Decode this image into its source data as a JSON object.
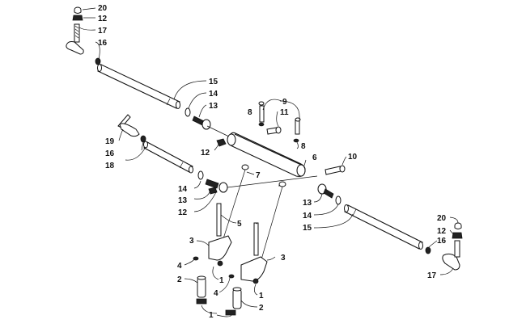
{
  "diagram": {
    "labels": {
      "l20a": "20",
      "l12a": "12",
      "l17a": "17",
      "l16a": "16",
      "l15a": "15",
      "l14a": "14",
      "l13a": "13",
      "l9": "9",
      "l8a": "8",
      "l11": "11",
      "l8b": "8",
      "l19": "19",
      "l16b": "16",
      "l18": "18",
      "l12b": "12",
      "l6": "6",
      "l7": "7",
      "l10": "10",
      "l14b": "14",
      "l13b": "13",
      "l12c": "12",
      "l13c": "13",
      "l14c": "14",
      "l15b": "15",
      "l5": "5",
      "l3a": "3",
      "l3b": "3",
      "l4a": "4",
      "l2a": "2",
      "l1a": "1",
      "l4b": "4",
      "l1b": "1",
      "l2b": "2",
      "l1c": "1",
      "l20b": "20",
      "l12d": "12",
      "l16c": "16",
      "l17b": "17"
    }
  }
}
